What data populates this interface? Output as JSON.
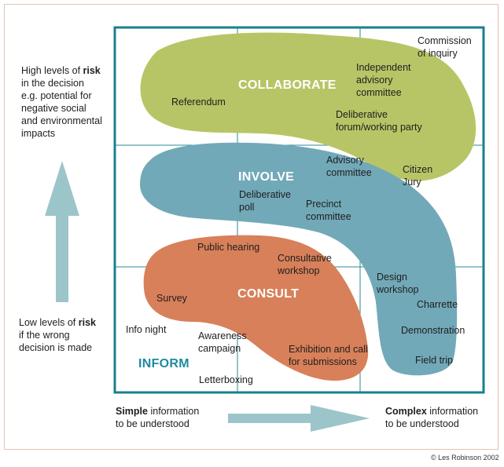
{
  "zones": {
    "collaborate": "COLLABORATE",
    "involve": "INVOLVE",
    "consult": "CONSULT",
    "inform": "INFORM"
  },
  "methods": {
    "commission_of_inquiry": [
      "Commission",
      "of inquiry"
    ],
    "independent_advisory_committee": [
      "Independent",
      "advisory",
      "committee"
    ],
    "referendum": "Referendum",
    "deliberative_forum": [
      "Deliberative",
      "forum/working party"
    ],
    "advisory_committee": [
      "Advisory",
      "committee"
    ],
    "citizen_jury": [
      "Citizen",
      "Jury"
    ],
    "deliberative_poll": [
      "Deliberative",
      "poll"
    ],
    "precinct_committee": [
      "Precinct",
      "committee"
    ],
    "public_hearing": "Public hearing",
    "consultative_workshop": [
      "Consultative",
      "workshop"
    ],
    "design_workshop": [
      "Design",
      "workshop"
    ],
    "survey": "Survey",
    "charrette": "Charrette",
    "info_night": "Info night",
    "awareness_campaign": [
      "Awareness",
      "campaign"
    ],
    "demonstration": "Demonstration",
    "exhibition": [
      "Exhibition and call",
      "for submissions"
    ],
    "field_trip": "Field trip",
    "letterboxing": "Letterboxing"
  },
  "axes": {
    "high_risk": {
      "line1_pre": "High levels of ",
      "line1_bold": "risk",
      "rest": [
        "in the decision",
        "e.g. potential for",
        "negative social",
        "and environmental",
        "impacts"
      ]
    },
    "low_risk": {
      "line1_pre": "Low levels of ",
      "line1_bold": "risk",
      "rest": [
        "if the wrong",
        "decision is made"
      ]
    },
    "simple": {
      "bold": "Simple",
      "line1_rest": " information",
      "line2": "to be understood"
    },
    "complex": {
      "bold": "Complex",
      "line1_rest": " information",
      "line2": "to be understood"
    }
  },
  "credit": "© Les Robinson 2002",
  "colors": {
    "grid_border": "#1a7f8c",
    "grid_lines": "#2a8a96",
    "collaborate": "#b8c566",
    "involve": "#72a9b8",
    "consult": "#d8805a",
    "inform_text": "#1f8a9e",
    "arrow": "#9cc5ca"
  }
}
